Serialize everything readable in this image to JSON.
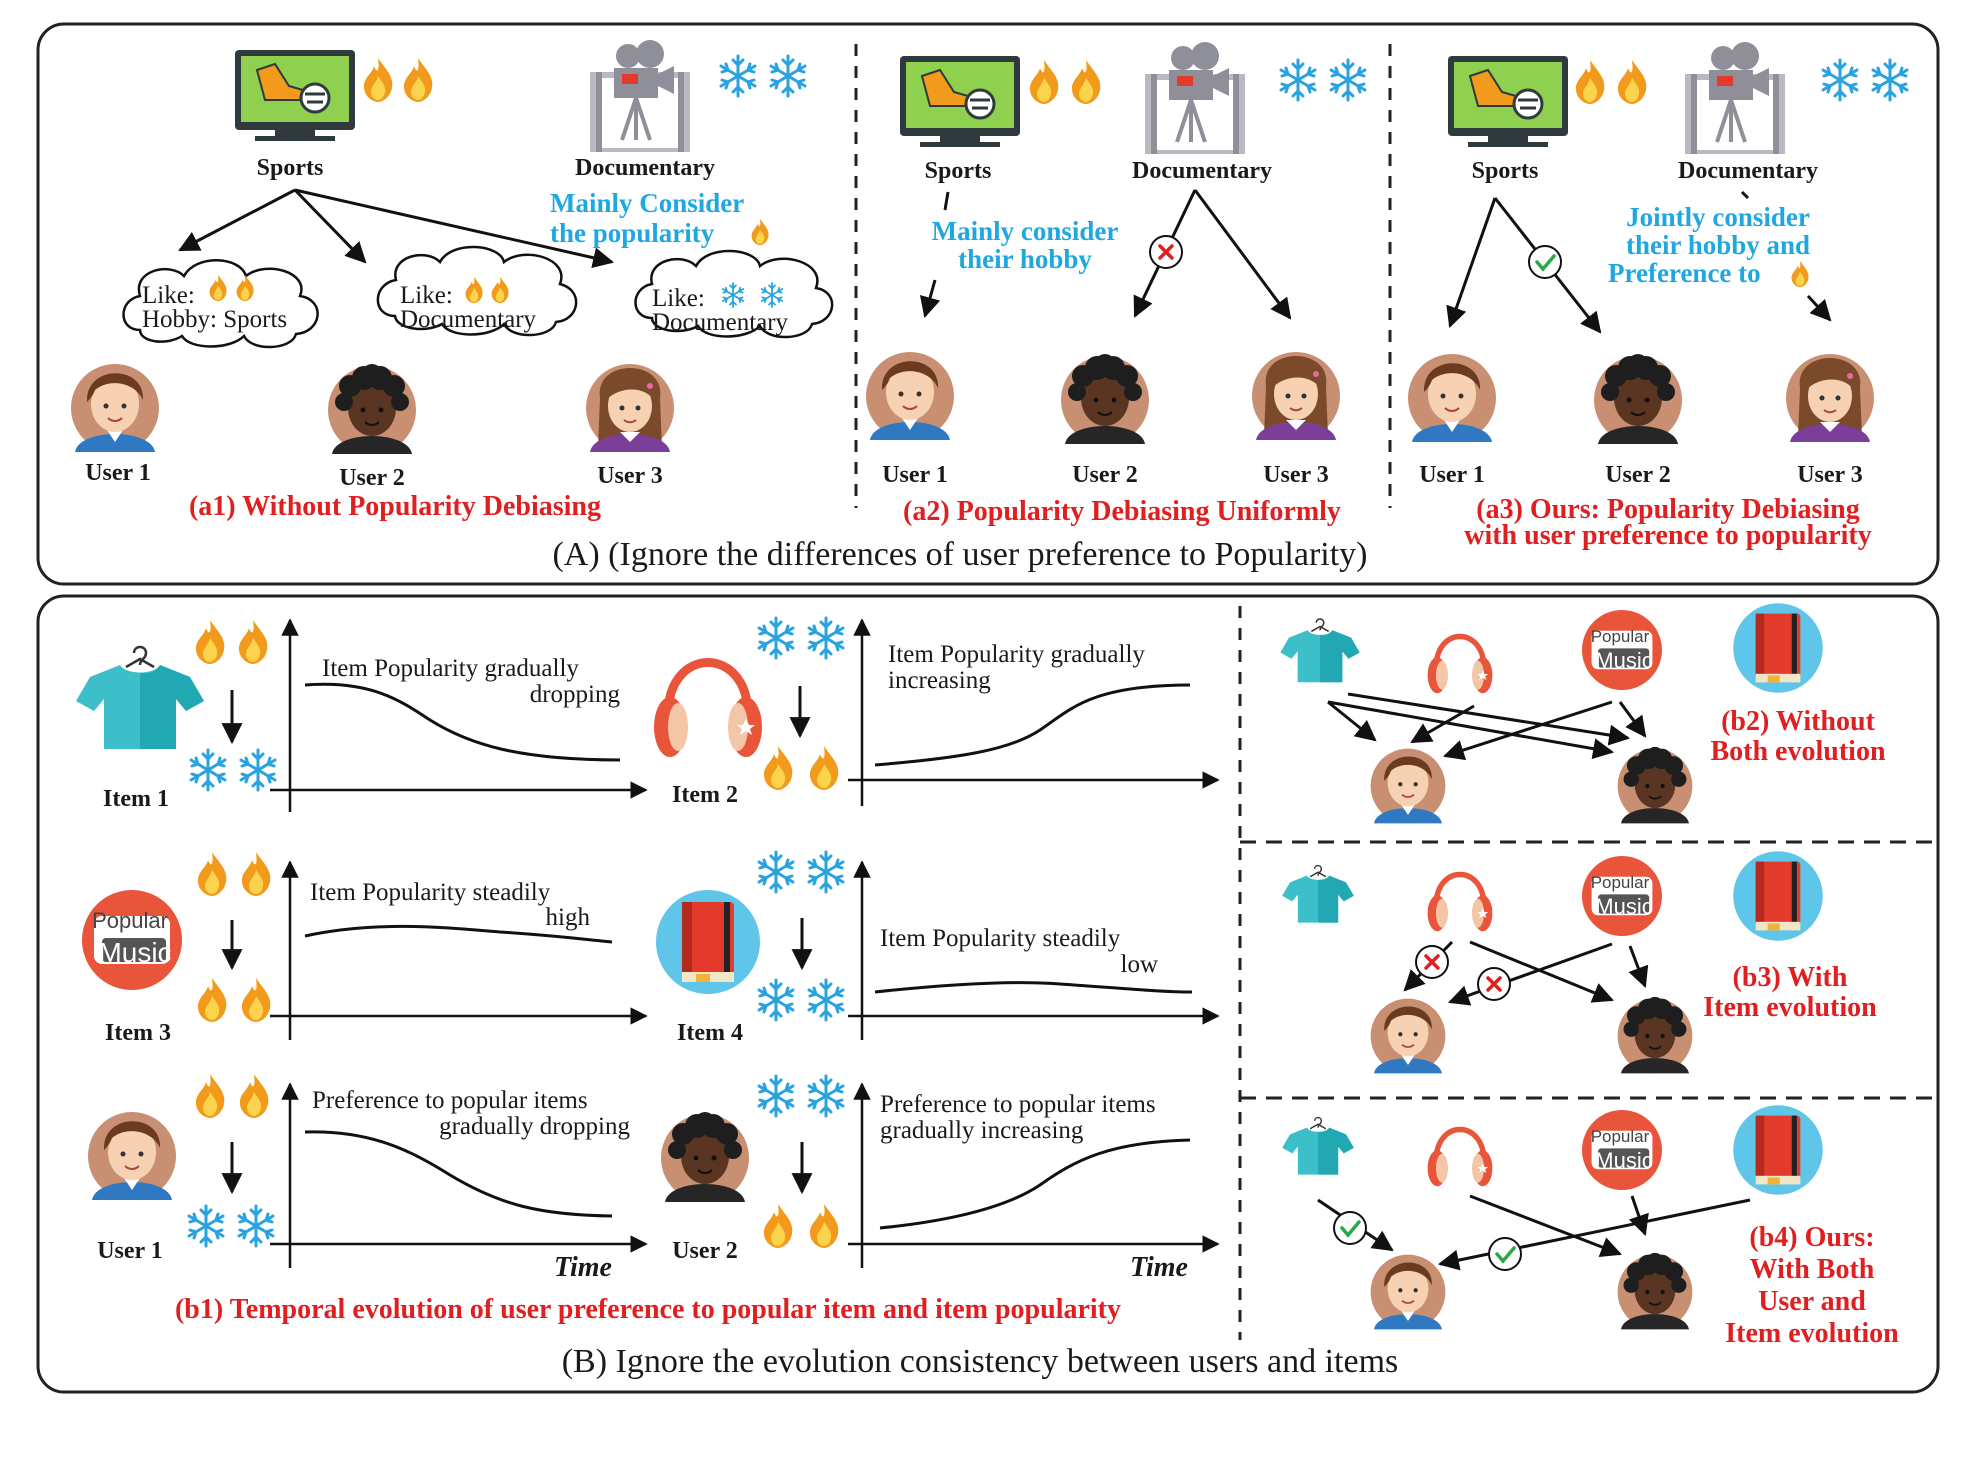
{
  "panel_a": {
    "caption": "(A) (Ignore the differences of user preference to Popularity)",
    "a1": {
      "sports_label": "Sports",
      "documentary_label": "Documentary",
      "note": [
        "Mainly Consider",
        "the popularity"
      ],
      "cloud1": [
        "Like:",
        "Hobby: Sports"
      ],
      "cloud2": [
        "Like:",
        "Documentary"
      ],
      "cloud3": [
        "Like:",
        "Documentary"
      ],
      "users": [
        "User 1",
        "User 2",
        "User 3"
      ],
      "title": "(a1) Without Popularity Debiasing"
    },
    "a2": {
      "sports_label": "Sports",
      "documentary_label": "Documentary",
      "note": [
        "Mainly consider",
        "their hobby"
      ],
      "users": [
        "User 1",
        "User 2",
        "User 3"
      ],
      "title": "(a2) Popularity Debiasing Uniformly"
    },
    "a3": {
      "sports_label": "Sports",
      "documentary_label": "Documentary",
      "note": [
        "Jointly consider",
        "their hobby and",
        "Preference to"
      ],
      "users": [
        "User 1",
        "User 2",
        "User 3"
      ],
      "title": [
        "(a3) Ours: Popularity Debiasing",
        "with user preference to popularity"
      ]
    }
  },
  "panel_b": {
    "caption": "(B) Ignore the evolution consistency between users and items",
    "b1": {
      "item1_label": "Item 1",
      "item2_label": "Item 2",
      "item3_label": "Item 3",
      "item4_label": "Item 4",
      "user1_label": "User 1",
      "user2_label": "User 2",
      "item1_note": [
        "Item Popularity gradually",
        "dropping"
      ],
      "item2_note": [
        "Item Popularity gradually",
        "increasing"
      ],
      "item3_note": [
        "Item Popularity steadily",
        "high"
      ],
      "item4_note": [
        "Item Popularity steadily",
        "low"
      ],
      "user1_note": [
        "Preference to popular items",
        "gradually dropping"
      ],
      "user2_note": [
        "Preference to popular items",
        "gradually increasing"
      ],
      "time_label": "Time",
      "title": "(b1) Temporal evolution of user preference to popular item and item popularity"
    },
    "music_badge": {
      "top": "Popular",
      "bottom": "Music"
    },
    "b2_title": [
      "(b2) Without",
      "Both evolution"
    ],
    "b3_title": [
      "(b3) With",
      "Item evolution"
    ],
    "b4_title": [
      "(b4) Ours:",
      "With Both",
      "User and",
      "Item evolution"
    ]
  },
  "colors": {
    "highlight_red": "#e02020",
    "highlight_blue": "#1fa8e0",
    "tshirt": "#3cbfc8",
    "headphone": "#e8553a",
    "book": "#e23a2b",
    "check_green": "#2aa84a"
  },
  "icons": [
    "fire-icon",
    "snowflake-icon",
    "tv-sports-icon",
    "film-camera-icon",
    "tshirt-icon",
    "headphones-icon",
    "popular-music-icon",
    "book-icon",
    "user-boy-avatar",
    "user-dark-avatar",
    "user-girl-avatar",
    "check-icon",
    "cross-icon"
  ]
}
